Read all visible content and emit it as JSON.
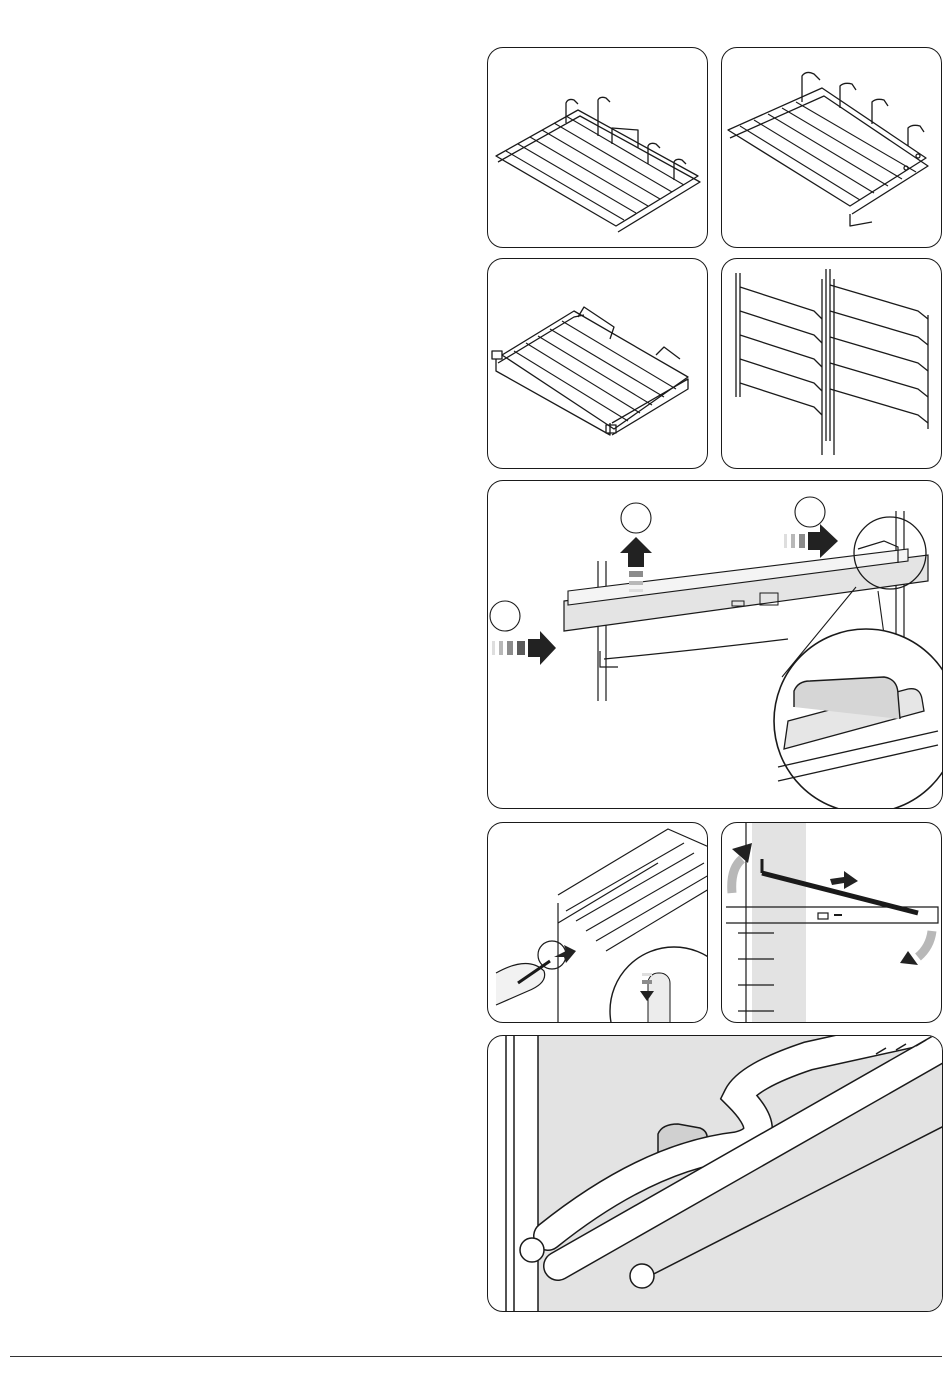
{
  "page": {
    "type": "illustration-page",
    "background": "#ffffff",
    "ink": "#1a1a1a"
  },
  "figures": [
    {
      "id": "wire-rack-a",
      "icon": "wire-rack-icon"
    },
    {
      "id": "wire-rack-b",
      "icon": "wire-rack-icon"
    },
    {
      "id": "pull-out-rack",
      "icon": "telescopic-rack-icon"
    },
    {
      "id": "side-rails",
      "icon": "shelf-support-icon"
    },
    {
      "id": "rail-install-steps",
      "icon": "assembly-step-icon",
      "steps": 3
    },
    {
      "id": "rail-release-screwdriver",
      "icon": "screwdriver-icon"
    },
    {
      "id": "rail-lever-removal",
      "icon": "lever-icon"
    },
    {
      "id": "rail-clip-closeup",
      "icon": "magnifier-detail-icon"
    }
  ],
  "colors": {
    "arrow": "#222222",
    "arrow_fade": [
      "#5a5a5a",
      "#8c8c8c",
      "#b8b8b8",
      "#dedede"
    ],
    "shade": "#e3e3e3",
    "rail_fill": "#d6d6d6"
  }
}
